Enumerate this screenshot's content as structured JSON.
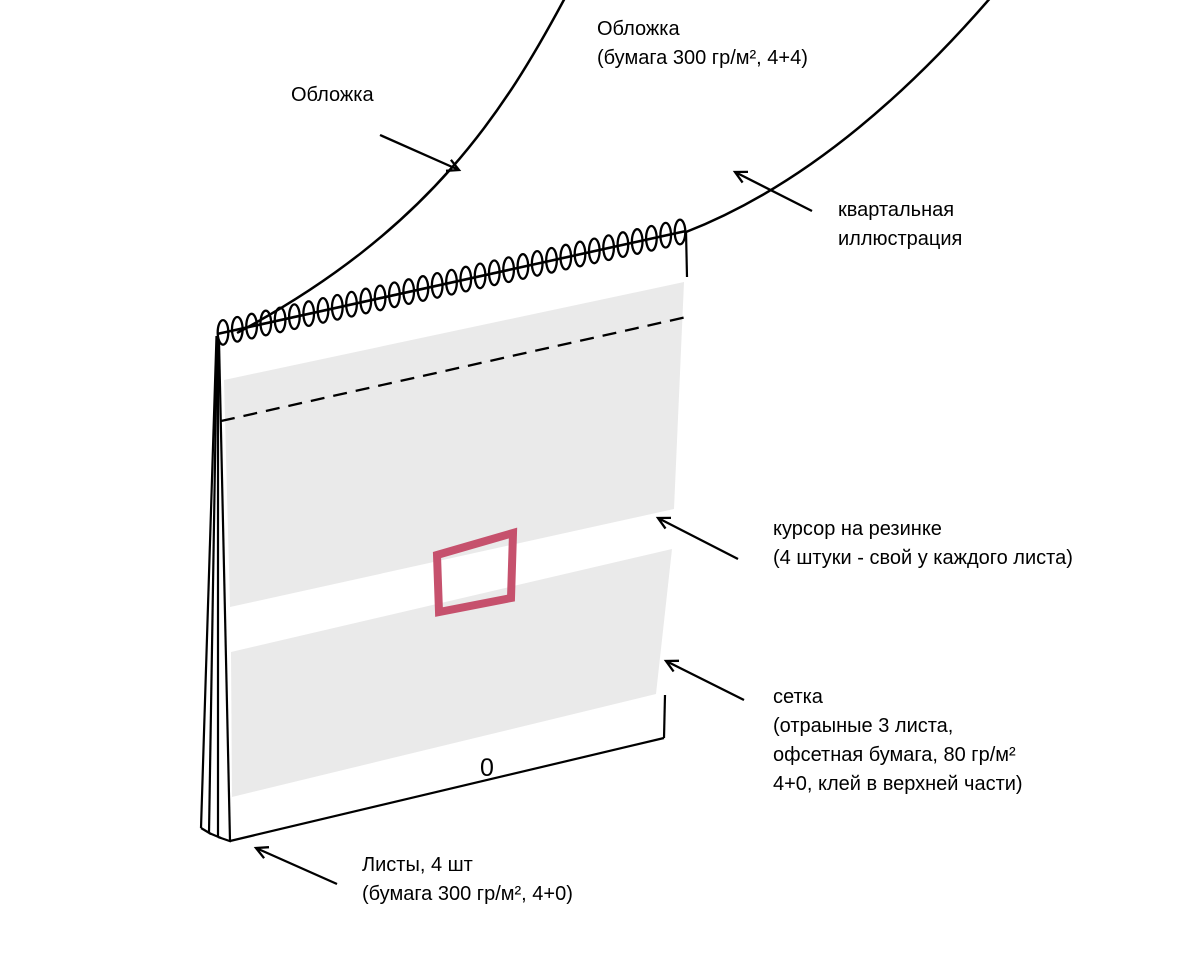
{
  "colors": {
    "background": "#ffffff",
    "page_gray": "#eaeaea",
    "cursor_red": "#c6516d",
    "line_black": "#000000"
  },
  "spiral": {
    "coil_count": 33
  },
  "labels": {
    "cover_left": "Обложка",
    "cover_top": "Обложка\n(бумага 300 гр/м², 4+4)",
    "quarterly_illustration": "квартальная\nиллюстрация",
    "cursor": "курсор на резинке\n(4 штуки - свой у каждого листа)",
    "grid": "сетка\n(отраыные 3 листа,\nофсетная бумага, 80 гр/м²\n4+0, клей в верхней части)",
    "sheets": "Листы, 4 шт\n(бумага 300 гр/м², 4+0)",
    "zero_mark": "0"
  }
}
